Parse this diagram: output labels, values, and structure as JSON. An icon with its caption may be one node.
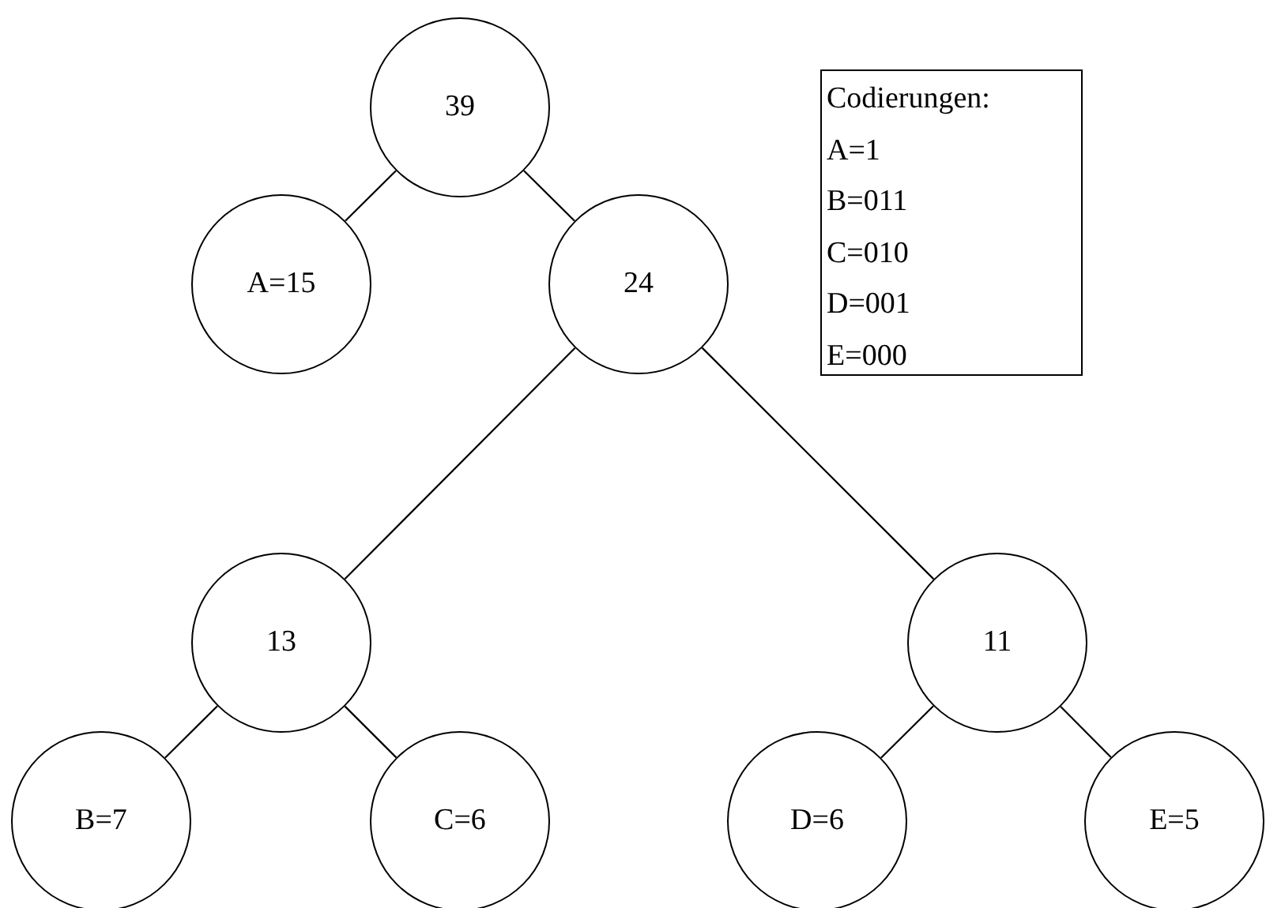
{
  "diagram": {
    "nodes": [
      {
        "text": [
          "39"
        ]
      },
      {
        "text": [
          "A=15"
        ]
      },
      {
        "text": [
          "24"
        ]
      },
      {
        "text": [
          "Codierungen:",
          "A=1",
          "B=011",
          "C=010",
          "D=001",
          "E=000"
        ]
      },
      {
        "text": [
          "13"
        ]
      },
      {
        "text": [
          "11"
        ]
      },
      {
        "text": [
          "B=7"
        ]
      },
      {
        "text": [
          "C=6"
        ]
      },
      {
        "text": [
          "D=6"
        ]
      },
      {
        "text": [
          "E=5"
        ]
      }
    ],
    "edges": [
      {
        "from": 0,
        "to": 1,
        "arrow": "none"
      },
      {
        "from": 0,
        "to": 2,
        "arrow": "none"
      },
      {
        "from": 2,
        "to": 4,
        "arrow": "none"
      },
      {
        "from": 2,
        "to": 5,
        "arrow": "none"
      },
      {
        "from": 4,
        "to": 6,
        "arrow": "none"
      },
      {
        "from": 4,
        "to": 7,
        "arrow": "none"
      },
      {
        "from": 5,
        "to": 8,
        "arrow": "none"
      },
      {
        "from": 5,
        "to": 9,
        "arrow": "none"
      }
    ]
  }
}
